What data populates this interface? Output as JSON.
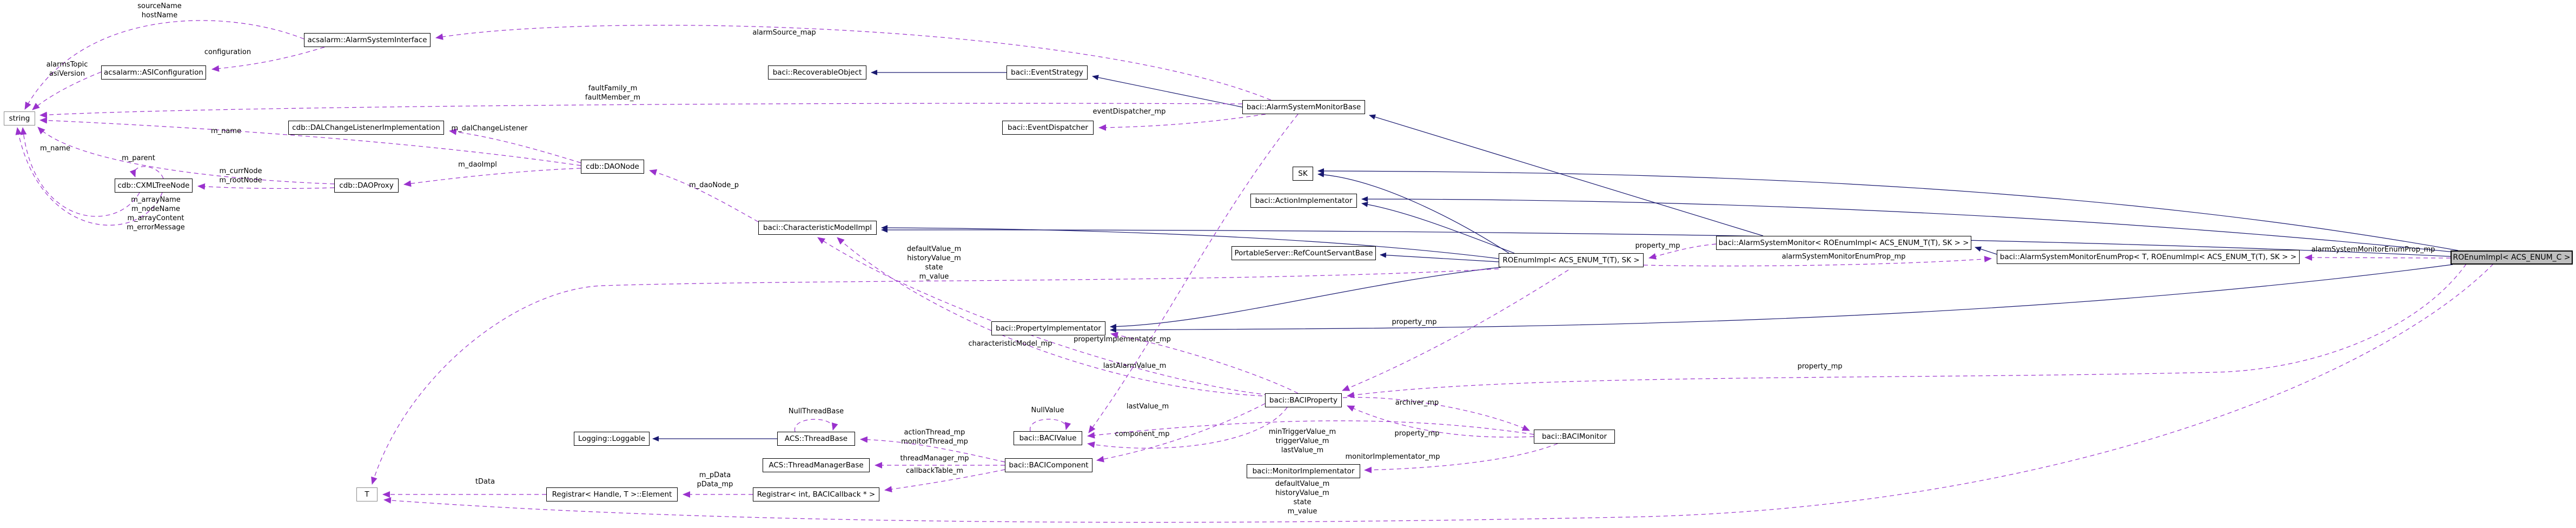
{
  "diagram": {
    "type": "doxygen-collaboration-graph",
    "colors": {
      "inheritance_edge": "#191970",
      "usage_edge": "#9a32cd",
      "node_background": "#ffffff",
      "node_border": "#000000",
      "focal_node_background": "#bfbfbf",
      "external_node_border": "#8a8a8a"
    },
    "nodes": [
      {
        "label": "string"
      },
      {
        "label": "acsalarm::AlarmSystemInterface"
      },
      {
        "label": "acsalarm::ASIConfiguration"
      },
      {
        "label": "baci::RecoverableObject"
      },
      {
        "label": "baci::EventStrategy"
      },
      {
        "label": "baci::EventDispatcher"
      },
      {
        "label": "baci::AlarmSystemMonitorBase"
      },
      {
        "label": "cdb::DALChangeListenerImplementation"
      },
      {
        "label": "cdb::DAONode"
      },
      {
        "label": "cdb::DAOProxy"
      },
      {
        "label": "cdb::CXMLTreeNode"
      },
      {
        "label": "baci::CharacteristicModelImpl"
      },
      {
        "label": "SK"
      },
      {
        "label": "baci::ActionImplementator"
      },
      {
        "label": "PortableServer::RefCountServantBase"
      },
      {
        "label": "ROEnumImpl< ACS_ENUM_T(T), SK >"
      },
      {
        "label": "baci::AlarmSystemMonitor< ROEnumImpl< ACS_ENUM_T(T), SK > >"
      },
      {
        "label": "baci::AlarmSystemMonitorEnumProp< T, ROEnumImpl< ACS_ENUM_T(T), SK > >"
      },
      {
        "label": "ROEnumImpl< ACS_ENUM_C >"
      },
      {
        "label": "baci::PropertyImplementator"
      },
      {
        "label": "baci::BACIProperty"
      },
      {
        "label": "baci::BACIMonitor"
      },
      {
        "label": "baci::MonitorImplementator"
      },
      {
        "label": "baci::BACIValue"
      },
      {
        "label": "baci::BACIComponent"
      },
      {
        "label": "ACS::ThreadBase"
      },
      {
        "label": "ACS::ThreadManagerBase"
      },
      {
        "label": "Logging::Loggable"
      },
      {
        "label": "Registrar< Handle, T >::Element"
      },
      {
        "label": "Registrar< int, BACICallback * >"
      },
      {
        "label": "T"
      }
    ],
    "edge_labels": [
      {
        "text": "sourceName\nhostName"
      },
      {
        "text": "configuration"
      },
      {
        "text": "alarmsTopic\nasiVersion"
      },
      {
        "text": "alarmSource_map"
      },
      {
        "text": "faultFamily_m\nfaultMember_m"
      },
      {
        "text": "eventDispatcher_mp"
      },
      {
        "text": "m_dalChangeListener"
      },
      {
        "text": "m_daoImpl"
      },
      {
        "text": "m_name"
      },
      {
        "text": "m_name"
      },
      {
        "text": "m_parent"
      },
      {
        "text": "m_currNode\nm_rootNode"
      },
      {
        "text": "m_arrayName\nm_nodeName\nm_arrayContent\nm_errorMessage"
      },
      {
        "text": "m_daoNode_p"
      },
      {
        "text": "defaultValue_m\nhistoryValue_m\nstate\nm_value"
      },
      {
        "text": "property_mp"
      },
      {
        "text": "alarmSystemMonitorEnumProp_mp"
      },
      {
        "text": "alarmSystemMonitorEnumProp_mp"
      },
      {
        "text": "property_mp"
      },
      {
        "text": "property_mp"
      },
      {
        "text": "characteristicModel_mp"
      },
      {
        "text": "propertyImplementator_mp"
      },
      {
        "text": "lastAlarmValue_m"
      },
      {
        "text": "lastValue_m"
      },
      {
        "text": "NullValue"
      },
      {
        "text": "component_mp"
      },
      {
        "text": "minTriggerValue_m\ntriggerValue_m\nlastValue_m"
      },
      {
        "text": "archiver_mp"
      },
      {
        "text": "property_mp"
      },
      {
        "text": "monitorImplementator_mp"
      },
      {
        "text": "defaultValue_m\nhistoryValue_m\nstate\nm_value"
      },
      {
        "text": "NullThreadBase"
      },
      {
        "text": "actionThread_mp\nmonitorThread_mp"
      },
      {
        "text": "threadManager_mp"
      },
      {
        "text": "callbackTable_m"
      },
      {
        "text": "m_pData\npData_mp"
      },
      {
        "text": "tData"
      }
    ]
  }
}
